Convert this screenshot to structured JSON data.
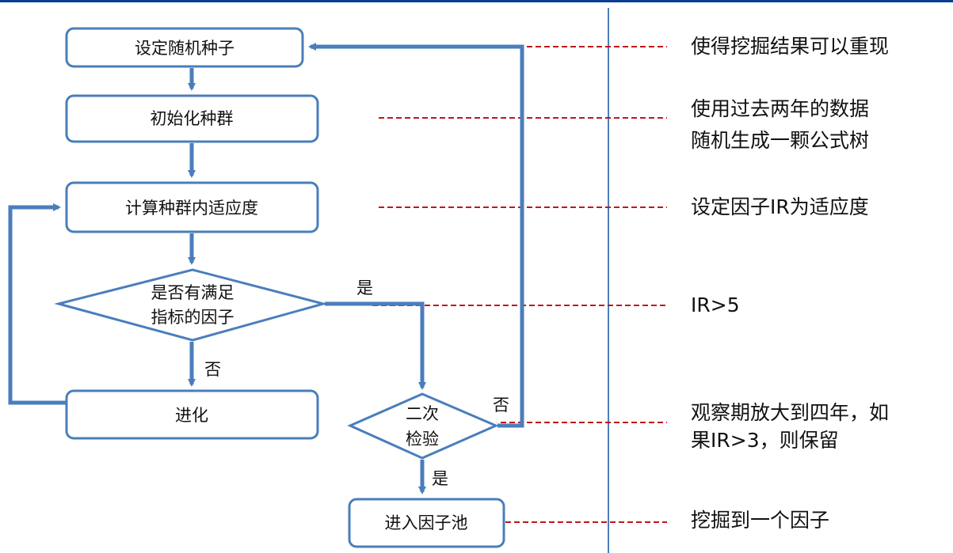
{
  "colors": {
    "flow": "#4a7ebb",
    "note_leader": "#c0161c",
    "divider": "#4a7ebb",
    "header_bar": "#0a3f8f"
  },
  "nodes": {
    "seed": "设定随机种子",
    "init": "初始化种群",
    "fitness": "计算种群内适应度",
    "check_lines": [
      "是否有满足",
      "指标的因子"
    ],
    "evolve": "进化",
    "second_test_lines": [
      "二次",
      "检验"
    ],
    "pool": "进入因子池"
  },
  "edge_labels": {
    "check_yes": "是",
    "check_no": "否",
    "second_no": "否",
    "second_yes": "是"
  },
  "notes": {
    "seed": [
      "使得挖掘结果可以重现"
    ],
    "init": [
      "使用过去两年的数据",
      "随机生成一颗公式树"
    ],
    "fitness": [
      "设定因子IR为适应度"
    ],
    "check": [
      "IR>5"
    ],
    "second_test": [
      "观察期放大到四年，如",
      "果IR>3，则保留"
    ],
    "pool": [
      "挖掘到一个因子"
    ]
  }
}
